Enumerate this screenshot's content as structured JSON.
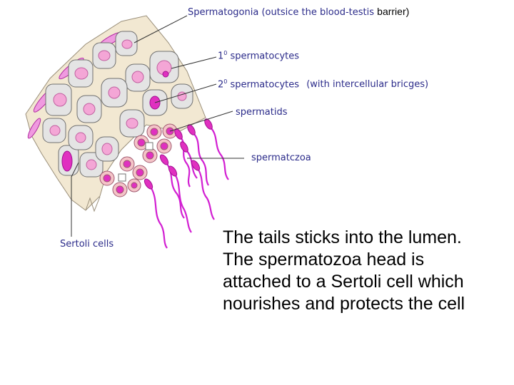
{
  "labels": {
    "spermatogonia": {
      "main": "Spermatogonia (outsice the blood-testis",
      "tail": "barrier",
      "close": ")"
    },
    "primary": {
      "num": "1",
      "sup": "0",
      "text": " spermatocytes"
    },
    "secondary": {
      "num": "2",
      "sup": "0",
      "text": " spermatocytes",
      "note": "(with intercellular bricges)"
    },
    "spermatids": "spermatids",
    "spermatozoa": "spermatczoa",
    "sertoli": "Sertoli cells"
  },
  "caption": [
    "The tails sticks into the lumen.",
    "The spermatozoa head is",
    "attached to a Sertoli cell which",
    "nourishes and protects the cell"
  ],
  "colors": {
    "sertoli_fill": "#f2e8d2",
    "cell_fill": "#e4e4e4",
    "nucleus": "#f4a6d6",
    "magenta": "#d21fd2",
    "label_text": "#2b2b8a"
  }
}
